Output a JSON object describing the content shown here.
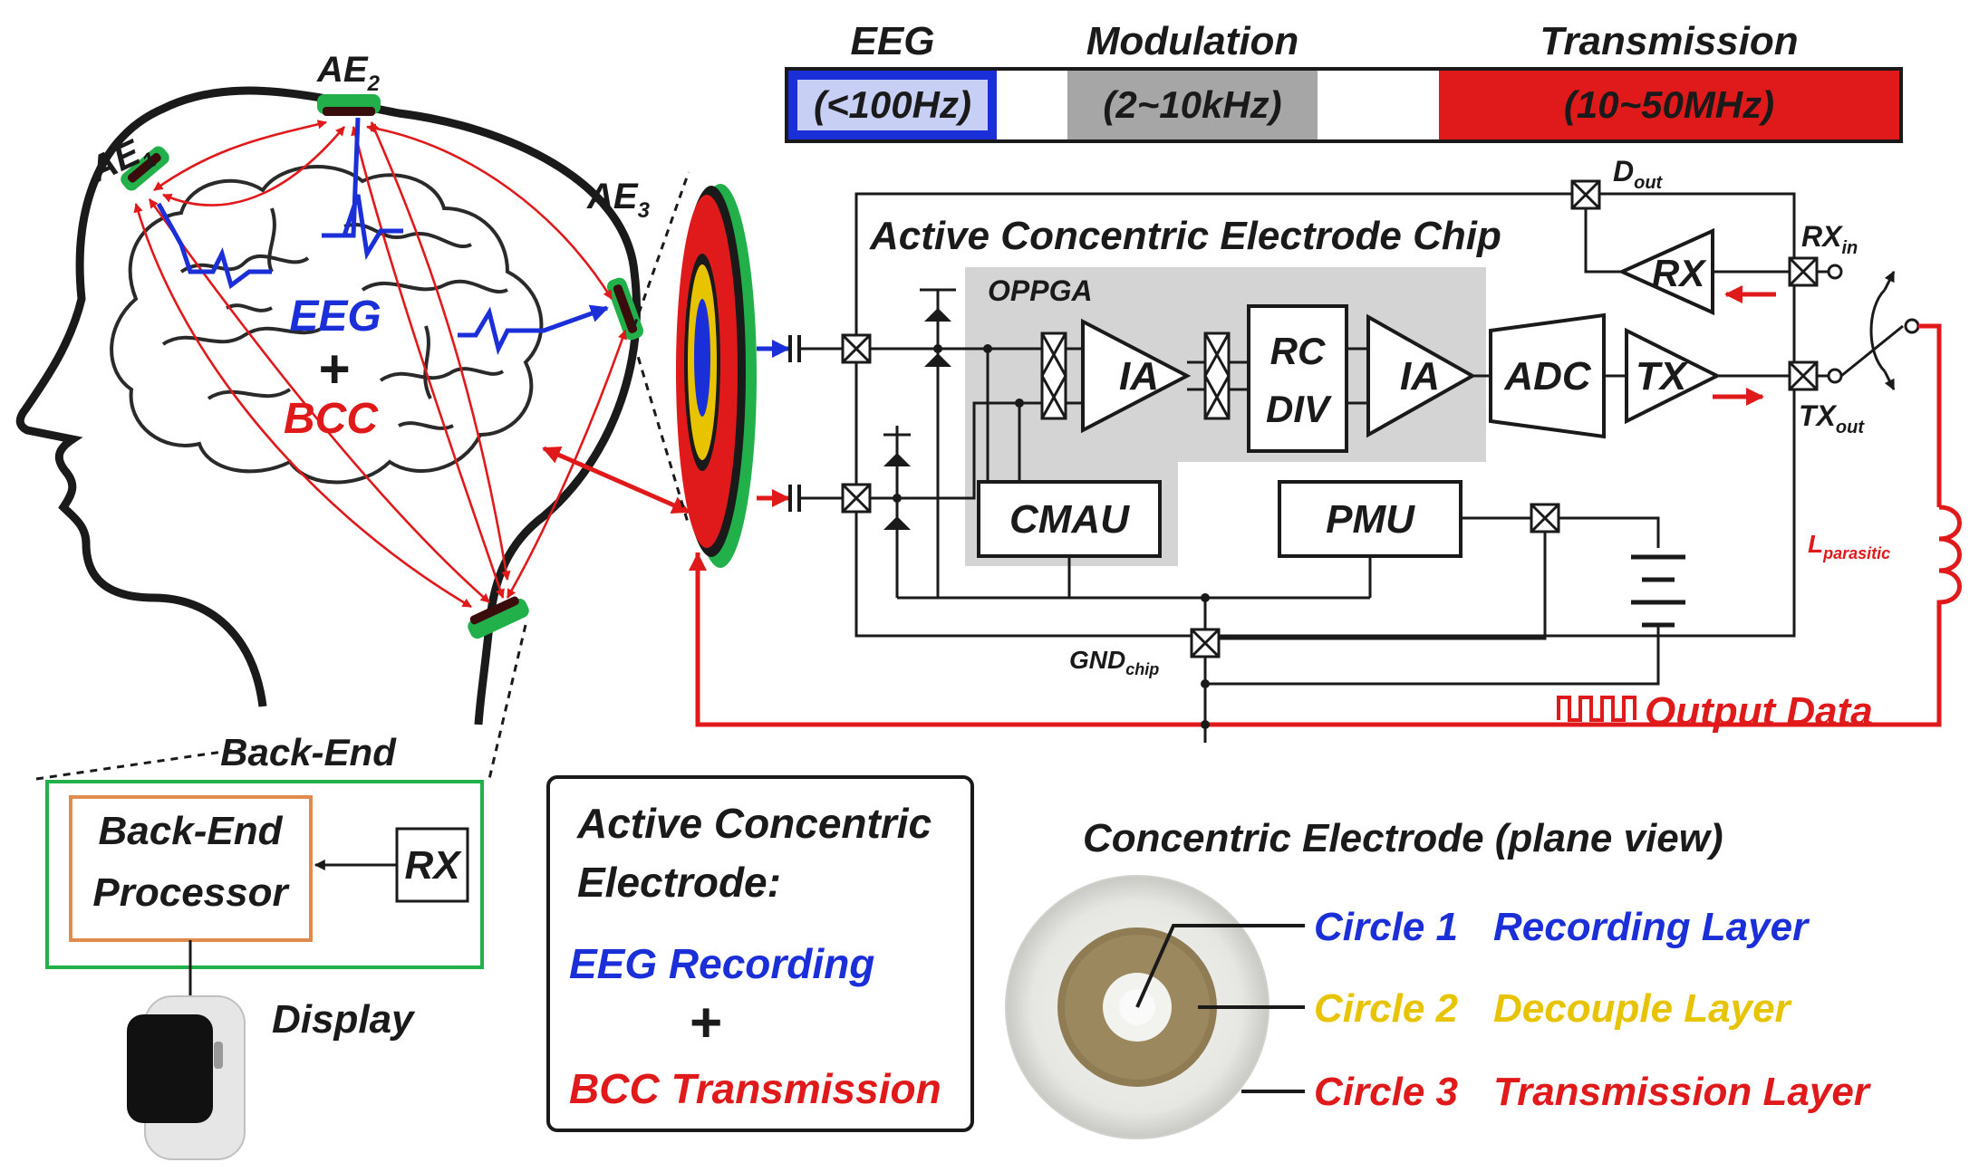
{
  "bands": {
    "eeg_title": "EEG",
    "eeg_range": "(<100Hz)",
    "mod_title": "Modulation",
    "mod_range": "(2~10kHz)",
    "tx_title": "Transmission",
    "tx_range": "(10~50MHz)"
  },
  "head": {
    "ae1": "AE",
    "ae1_sub": "1",
    "ae2": "AE",
    "ae2_sub": "2",
    "ae3": "AE",
    "ae3_sub": "3",
    "eeg": "EEG",
    "plus": "+",
    "bcc": "BCC"
  },
  "chip": {
    "title": "Active Concentric Electrode Chip",
    "oppga": "OPPGA",
    "ia1": "IA",
    "rc": "RC",
    "div": "DIV",
    "ia2": "IA",
    "adc": "ADC",
    "tx": "TX",
    "rx": "RX",
    "cmau": "CMAU",
    "pmu": "PMU",
    "dout": "D",
    "dout_sub": "out",
    "rxin": "RX",
    "rxin_sub": "in",
    "txout": "TX",
    "txout_sub": "out",
    "gnd": "GND",
    "gnd_sub": "chip",
    "lpar": "L",
    "lpar_sub": "parasitic",
    "output_data": "Output Data"
  },
  "backend": {
    "label": "Back-End",
    "processor_line1": "Back-End",
    "processor_line2": "Processor",
    "rx": "RX",
    "display": "Display"
  },
  "ace_box": {
    "line1": "Active Concentric",
    "line2": "Electrode:",
    "eeg_recording": "EEG Recording",
    "plus": "+",
    "bcc_transmission": "BCC Transmission"
  },
  "plane_view": {
    "title": "Concentric Electrode (plane view)",
    "c1": "Circle 1",
    "c1_layer": "Recording Layer",
    "c2": "Circle 2",
    "c2_layer": "Decouple Layer",
    "c3": "Circle 3",
    "c3_layer": "Transmission Layer"
  },
  "colors": {
    "blue": "#1a2fd8",
    "red": "#e0191b",
    "yellow": "#e8c400",
    "green": "#22b04b",
    "gray": "#b3b3b3",
    "chip_gray": "#d4d4d4"
  }
}
